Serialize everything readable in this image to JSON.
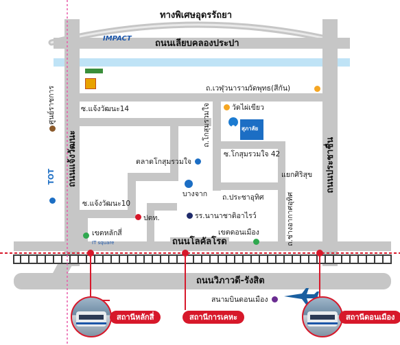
{
  "colors": {
    "road": "#c6c6c6",
    "road_edge": "#b5b5b5",
    "canal": "#bfe3f6",
    "rail": "#3a3a3a",
    "rail_line": "#d7182a",
    "marker_orange": "#f5a623",
    "marker_blue": "#1c6ec4",
    "marker_green": "#2fa84f",
    "marker_navy": "#1f2b6b",
    "marker_purple": "#6a2c91",
    "marker_brown": "#8b5a2b",
    "airplane": "#1a5fa0",
    "pin": "#1c7bd1"
  },
  "roads": {
    "expressway": "ทางพิเศษอุดรรัถยา",
    "laeb_khlong": "ถนนเลียบคลองประปา",
    "chaeng_watthana": "ถนนแจ้งวัฒนะ",
    "prachachuen": "ถนนประชาชื่น",
    "ngam_wong_wan": "ซ.แจ้งวัฒนะ14",
    "soi_10": "ซ.แจ้งวัฒนะ10",
    "vibhavadi": "ถนนวิภาวดี-รังสิต",
    "local_road": "ถนนโลคัลโรด",
    "wet_phu": "ถ.เวฬุวนาราม",
    "kosum_vert": "ถ.โกสุมรวมใจ",
    "kosum_42": "ซ.โกสุมรวมใจ 42",
    "prachauthit": "ถ.ประชาอุทิศ",
    "songprapa": "ถ.ช่างอากาศอุทิศ"
  },
  "places": {
    "impact": "IMPACT",
    "wat_phutharam": "วัดพุทธ(สีกัน)",
    "wat_phai_khiao": "วัดไผ่เขียว",
    "kosum_market": "ตลาดโกสุมรวมใจ",
    "khet_lak_si": "เขตหลักสี่",
    "ptt": "ปตท.",
    "nanachat": "รร.นานาชาติอาไรว์",
    "khet_don_mueang": "เขตดอนเมือง",
    "bangchak": "บางจาก",
    "yaek_sirisuk": "แยกศิริสุข",
    "don_mueang_airport": "สนามบินดอนเมือง",
    "tot": "TOT",
    "government": "ศูนย์ราชการ",
    "condo_brand": "สุภาลัย",
    "itsquare": "IT square"
  },
  "stations": {
    "lak_si": "สถานีหลักสี่",
    "kan_kheha": "สถานีการเคหะ",
    "don_mueang": "สถานีดอนเมือง"
  }
}
